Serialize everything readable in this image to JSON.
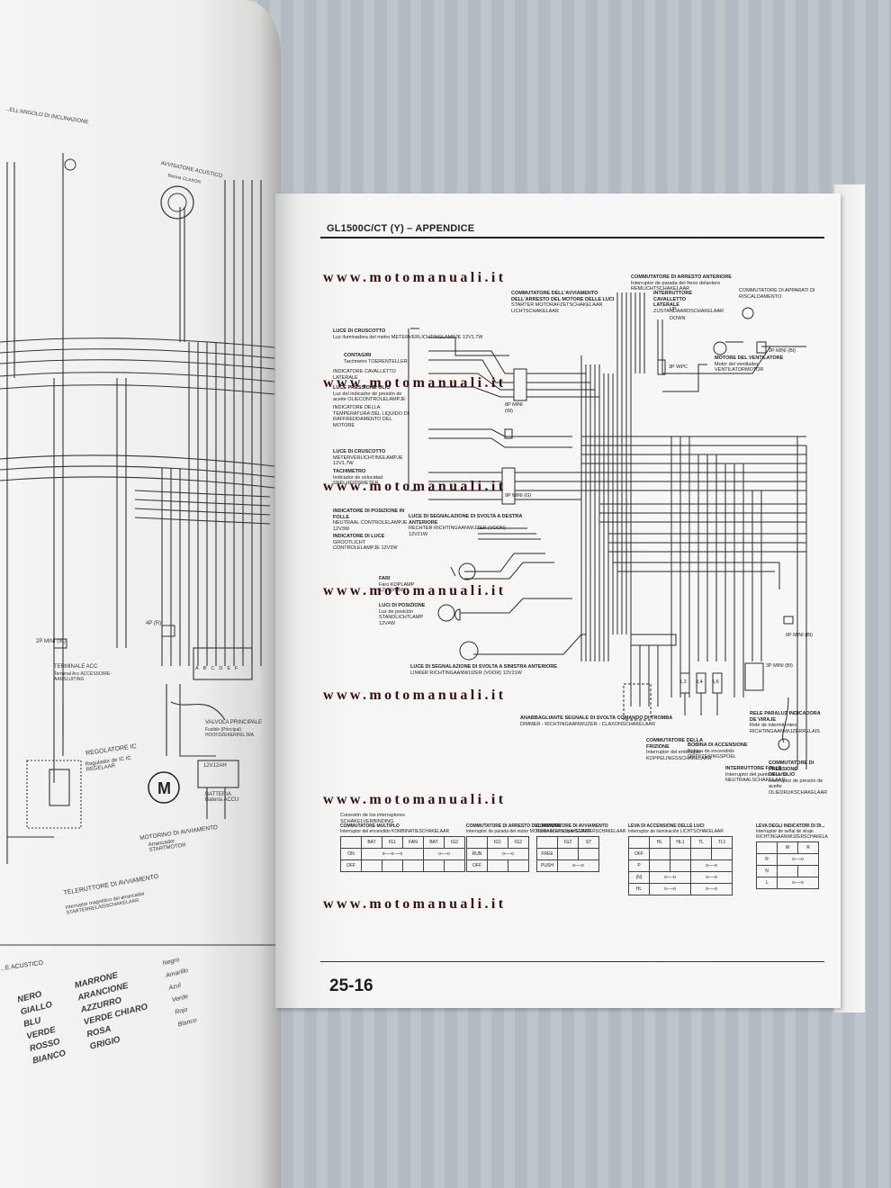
{
  "page": {
    "header_title": "GL1500C/CT (Y) – APPENDICE",
    "page_number": "25-16",
    "watermark": "www.motomanuali.it"
  },
  "left_labels": {
    "tilt": "...ELL'ANGOLO DI INCLINAZIONE",
    "horn": "AVVISATORE ACUSTICO",
    "horn_sub": "Bocina CLAXON",
    "acc": "2P MINI (W)",
    "acc_terminal": "TERMINALE ACC",
    "acc_sub": "Terminal Acc ACCESSOIRE-AANSLUITING",
    "valve": "VALVOLA PRINCIPALE",
    "valve_sub": "Fusible (Principal) HOOFDZEKERING 30A",
    "regulator": "REGOLATORE IC",
    "regulator_sub": "Regulador de IC IC REGELAAR",
    "battery": "12V12AH",
    "battery_sub": "BATTERIA Bateria ACCU",
    "starter": "MOTORINO DI AVVIAMENTO",
    "starter_sub": "Arrancador STARTMOTOR",
    "relay": "TELERUTTORE DI AVVIAMENTO",
    "relay_sub": "Interruptor magnético del arrancador STARTERRELAISSCHAKELAAR",
    "horn_bottom": "...E ACUSTICO",
    "connector": "4P (R)",
    "fuse_letters": [
      "A",
      "B",
      "C",
      "D",
      "E",
      "F"
    ]
  },
  "color_legend": {
    "col1": [
      "NERO",
      "GIALLO",
      "BLU",
      "VERDE",
      "ROSSO",
      "BIANCO"
    ],
    "col2": [
      "MARRONE",
      "ARANCIONE",
      "AZZURRO",
      "VERDE CHIARO",
      "ROSA",
      "GRIGIO"
    ],
    "col3": [
      "Negro",
      "Amarillo",
      "Azul",
      "Verde",
      "Rojo",
      "Blanco"
    ]
  },
  "right_labels": {
    "luce_cruscotto": "LUCE DI CRUSCOTTO",
    "luce_cruscotto_sub": "Luz iluminadora del metro METERVERLICHTINGLAMPJE 12V1.7W",
    "contagiri": "CONTAGIRI",
    "contagiri_sub": "Tacómetro TOERENTELLER",
    "cavalletto": "INDICATORE CAVALLETTO LATERALE",
    "pressione_olio": "LUCE PRESSIONE OLIO",
    "pressione_olio_sub": "Luz del indicador de presión de aceite OLIECONTROLELAMPJE",
    "temperatura": "INDICATORE DELLA TEMPERATURA DEL LIQUIDO DI RAFFREDDAMENTO DEL MOTORE",
    "luce_cruscotto2": "LUCE DI CRUSCOTTO",
    "luce_cruscotto2_sub": "METERVERLICHTINGLAMPJE 12V1.7W",
    "tachimetro": "TACHIMETRO",
    "tachimetro_sub": "Indicador de velocidad SNELHEIDSMETER",
    "folle": "INDICATORE DI POSIZIONE IN FOLLE",
    "folle_sub": "NEUTRAAL CONTROLELAMPJE 12V3W",
    "abbaglianti": "INDICATORE DI LUCE",
    "abbaglianti_sub": "GROOTLICHT CONTROLELAMPJE 12V3W",
    "svolta_dx": "LUCE DI SEGNALAZIONE DI SVOLTA A DESTRA ANTERIORE",
    "svolta_dx_sub": "RECHTER RICHTINGAANWIJZER (VOOR) 12V21W",
    "fari": "FARI",
    "fari_sub": "Faro KOPLAMP 12V60/55W",
    "posizione": "LUCI DI POSIZIONE",
    "posizione_sub": "Luz de posición STANDLICHTLAMP 12V4W",
    "svolta_sx": "LUCE DI SEGNALAZIONE DI SVOLTA A SINISTRA ANTERIORE",
    "svolta_sx_sub": "LINKER RICHTINGAANWIJZER (VOOR) 12V21W",
    "comm_avviamento": "COMMUTATORE DELL'AVVIAMENTO DELL'ARRESTO DEL MOTORE DELLE LUCI",
    "comm_avviamento_sub": "STARTER MOTORAFZETSCHAKELAAR LICHTSCHAKELAAR",
    "comm_arresto": "COMMUTATORE DI ARRESTO ANTERIORE",
    "comm_arresto_sub": "Interruptor de parada del freno delantero REMLICHTSCHAKELAAR",
    "cavalletto_int": "INTERRUTTORE CAVALLETTO LATERALE",
    "cavalletto_int_sub": "ZIJSTANDAARDSCHAKELAAR",
    "up_down": [
      "UP",
      "DOWN"
    ],
    "riscaldamento": "COMMUTATORE DI APPARATI DI RISCALDAMENTO",
    "ventilatore": "MOTORE DEL VENTILATORE",
    "ventilatore_sub": "Motor del ventilador VENTILATORMOTOR",
    "connector_3p": "3P WPC",
    "connector_2p": "2P MINI (Bl)",
    "connector_8p": "8P MINI (W)",
    "connector_9p": "9P MINI (G)",
    "connector_6p": "6P MINI (Bl)",
    "connector_3pmini": "3P MINI (Bl)",
    "rele": "RELE PARALUZ INDICADORA DE VIRAJE",
    "rele_sub": "Relé de intermitentes RICHTINGAANWIJZERRELAIS",
    "bobina": "BOBINA DI ACCENSIONE",
    "bobina_sub": "Bobina de encendido ONTSTEKINGSPOEL",
    "abbagliamento": "ANABBAGLIANTE SEGNALE DI SVOLTA COMANDO DI TROMBA",
    "abbagliamento_sub": "DIMMER - RICHTINGAANWIJZER - CLAXONSCHAKELAAR",
    "frizione": "COMMUTATORE DELLA FRIZIONE",
    "frizione_sub": "Interruptor del embrague KOPPELINGSSCHAKELAAR",
    "folle_int": "INTERRUTTORE FOLLE",
    "folle_int_sub": "Interruptor del punto muerto NEUTRAALSCHAKELAAR",
    "pressione": "COMMUTATORE DI PRESSIONE DELL'OLIO",
    "pressione_sub": "Interruptor de presión de aceite OLIEDRUKSCHAKELAAR",
    "fuse_nums": [
      "1,2",
      "3,4",
      "5,6"
    ]
  },
  "switch_tables": {
    "caption": "Conexión de los interruptores SCHAKELVERBINDING",
    "multiplo": {
      "title": "COMMUTATORE MULTIPLO",
      "sub": "Interruptor del encendido KOMBINATIESCHAKELAAR",
      "cols": [
        "BAT",
        "IG1",
        "FAN",
        "BAT",
        "IG2"
      ],
      "rows": [
        "ON",
        "OFF"
      ]
    },
    "arresto": {
      "title": "COMMUTATORE DI ARRESTO DEL MOTORE",
      "sub": "Interruptor de parada del motor MOTORAFZETSCHAKELAAR",
      "cols": [
        "IG1",
        "IG2"
      ],
      "rows": [
        "RUN",
        "OFF"
      ]
    },
    "avviamento": {
      "title": "COMMUTATORE DI AVVIAMENTO",
      "sub": "Botón de arranque STARTERSCHAKELAAR",
      "cols": [
        "IG2",
        "ST"
      ],
      "rows": [
        "FREE",
        "PUSH"
      ]
    },
    "luci": {
      "title": "LEVA DI ACCENSIONE DELLE LUCI",
      "sub": "Interruptor de iluminación LICHTSCHAKELAAR",
      "cols": [
        "HL",
        "HL1",
        "TL",
        "TL1"
      ],
      "rows": [
        "OFF",
        "P",
        "(N)",
        "HL"
      ]
    },
    "indicatori": {
      "title": "LEVA DEGLI INDICATORI DI DI...",
      "sub": "Interruptor de señal de viraje RICHTINGAANWIJZERSCHAKELAAR",
      "cols": [
        "W",
        "R"
      ],
      "rows": [
        "R",
        "N",
        "L"
      ]
    }
  }
}
